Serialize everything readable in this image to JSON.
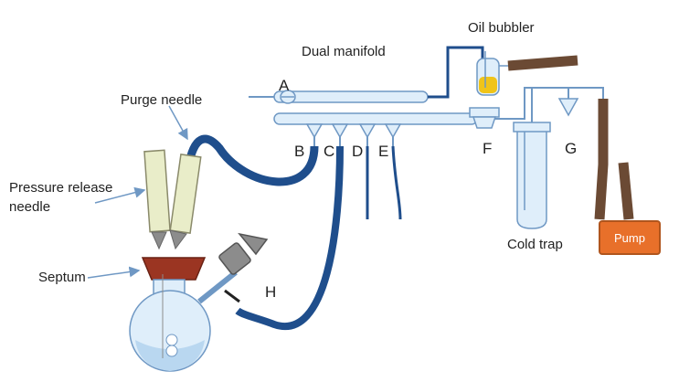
{
  "labels": {
    "oil_bubbler": "Oil bubbler",
    "dual_manifold": "Dual manifold",
    "purge_needle": "Purge needle",
    "pressure_release_line1": "Pressure release",
    "pressure_release_line2": "needle",
    "septum": "Septum",
    "cold_trap": "Cold trap",
    "pump": "Pump",
    "valve_a": "A",
    "valve_b": "B",
    "valve_c": "C",
    "valve_d": "D",
    "valve_e": "E",
    "valve_f": "F",
    "valve_g": "G",
    "valve_h": "H"
  },
  "colors": {
    "tubing": "#1f4e8c",
    "glass": "#6f98c4",
    "glass_fill": "#dfeefa",
    "septum": "#9b3522",
    "rubber_hose": "#6b4a34",
    "pump": "#e8702a",
    "oil": "#f0c419",
    "needle": "#e9edc9"
  }
}
